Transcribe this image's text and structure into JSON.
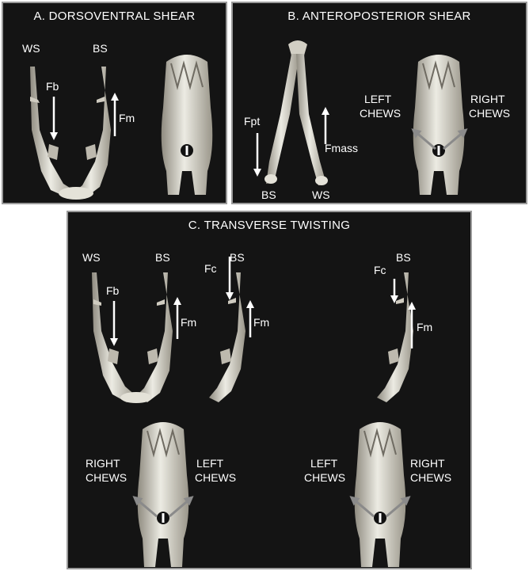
{
  "panel_a": {
    "title": "A. DORSOVENTRAL SHEAR",
    "ws": "WS",
    "bs": "BS",
    "fb": "Fb",
    "fm": "Fm"
  },
  "panel_b": {
    "title": "B. ANTEROPOSTERIOR SHEAR",
    "fpt": "Fpt",
    "fmass": "Fmass",
    "bs": "BS",
    "ws": "WS",
    "left_chews_1": "LEFT",
    "left_chews_2": "CHEWS",
    "right_chews_1": "RIGHT",
    "right_chews_2": "CHEWS"
  },
  "panel_c": {
    "title": "C. TRANSVERSE TWISTING",
    "ws": "WS",
    "bs": "BS",
    "fb": "Fb",
    "fm": "Fm",
    "fc_mid": "Fc",
    "bs_mid": "BS",
    "fm_mid": "Fm",
    "fc_right": "Fc",
    "bs_right": "BS",
    "fm_right": "Fm",
    "skull_left_l1": "RIGHT",
    "skull_left_l2": "CHEWS",
    "skull_left_r1": "LEFT",
    "skull_left_r2": "CHEWS",
    "skull_right_l1": "LEFT",
    "skull_right_l2": "CHEWS",
    "skull_right_r1": "RIGHT",
    "skull_right_r2": "CHEWS"
  },
  "colors": {
    "panel_bg": "#141414",
    "bone": "#d9d6cc",
    "arrow": "#ffffff",
    "chew_arrow": "#8a8a8a"
  }
}
